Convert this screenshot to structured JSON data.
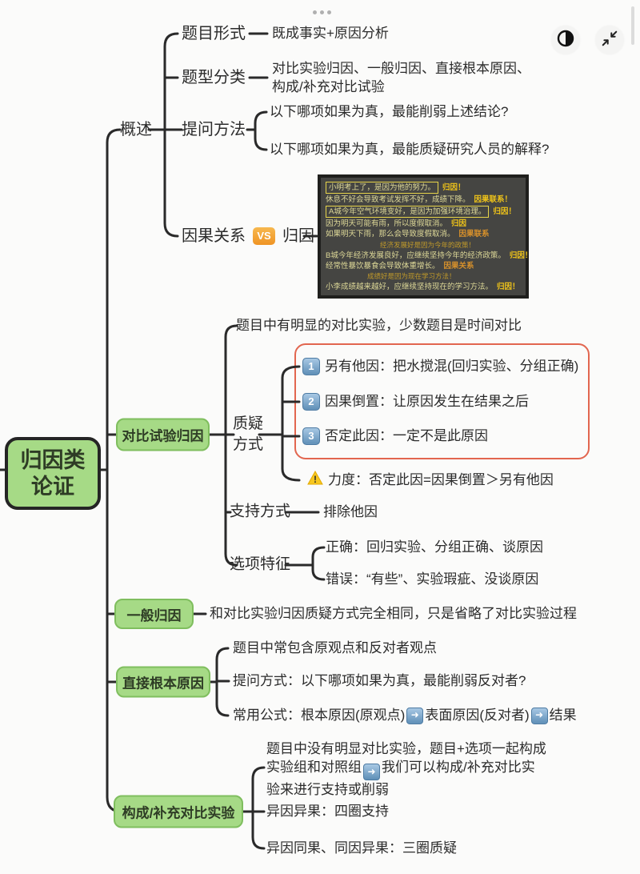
{
  "colors": {
    "node_green": "#a6da86",
    "node_green_border": "#7fbe5e",
    "wire": "#2a2a2a",
    "text": "#2b2b2b",
    "red_box_border": "#e2664f",
    "vs_badge": "#ef9424",
    "number_badge_blue": "#5f8fb7",
    "warning_yellow": "#f7c71f",
    "screenshot_bg": "#454542",
    "screenshot_text": "#ded998",
    "screenshot_tag": "#f0c419"
  },
  "icons": {
    "more_dots": "more-dots-icon",
    "contrast": "contrast-icon",
    "collapse": "collapse-arrows-icon",
    "warning": "warning-triangle-icon",
    "arrow_glyph": "➜",
    "vs": "VS"
  },
  "root": {
    "line1": "归因类",
    "line2": "论证"
  },
  "overview": {
    "label": "概述",
    "form": {
      "label": "题目形式",
      "value": "既成事实+原因分析"
    },
    "types": {
      "label": "题型分类",
      "line1": "对比实验归因、一般归因、直接根本原因、",
      "line2": "构成/补充对比试验"
    },
    "ask": {
      "label": "提问方法",
      "q1": "以下哪项如果为真，最能削弱上述结论?",
      "q2": "以下哪项如果为真，最能质疑研究人员的解释?"
    },
    "causal": {
      "left": "因果关系",
      "right": "归因"
    }
  },
  "screenshot": {
    "lines": [
      {
        "text": "小明考上了，是因为他的努力。",
        "tag": "归因！"
      },
      {
        "text": "休息不好会导致考试发挥不好，成绩下降。",
        "tag": "因果联系！"
      },
      {
        "text": "A城今年空气环境变好，是因为加强环境治理。",
        "tag": "归因！"
      },
      {
        "text": "因为明天可能有雨，所以度假取消。",
        "tag": "归因"
      },
      {
        "text": "如果明天下雨，那么会导致度假取消。",
        "tag": "因果联系"
      },
      {
        "text": "经济发展好是因为今年的政策！"
      },
      {
        "text": "B城今年经济发展良好，应继续坚持今年的经济政策。",
        "tag": "归因！"
      },
      {
        "text": "经常性暴饮暴食会导致体重增长。",
        "tag": "因果关系"
      },
      {
        "text": "成绩好是因为现在学习方法！"
      },
      {
        "text": "小李成绩越来越好，应继续坚持现在的学习方法。",
        "tag": "归因！"
      }
    ]
  },
  "contrast_attr": {
    "label": "对比试验归因",
    "intro": "题目中有明显的对比实验，少数题目是时间对比",
    "question_label_line1": "质疑",
    "question_label_line2": "方式",
    "items": [
      {
        "num": "1",
        "text": "另有他因：把水搅混(回归实验、分组正确)"
      },
      {
        "num": "2",
        "text": "因果倒置：让原因发生在结果之后"
      },
      {
        "num": "3",
        "text": "否定此因：一定不是此原因"
      }
    ],
    "strength": "力度：否定此因=因果倒置＞另有他因",
    "support": {
      "label": "支持方式",
      "value": "排除他因"
    },
    "options": {
      "label": "选项特征",
      "correct": "正确：回归实验、分组正确、谈原因",
      "wrong": "错误：“有些”、实验瑕疵、没谈原因"
    }
  },
  "general_attr": {
    "label": "一般归因",
    "value": "和对比实验归因质疑方式完全相同，只是省略了对比实验过程"
  },
  "direct_root": {
    "label": "直接根本原因",
    "point1": "题目中常包含原观点和反对者观点",
    "point2": "提问方式：以下哪项如果为真，最能削弱反对者?",
    "formula_prefix": "常用公式：根本原因(原观点)",
    "formula_mid": "表面原因(反对者)",
    "formula_end": "结果"
  },
  "compose_attr": {
    "label": "构成/补充对比实验",
    "para_line1": "题目中没有明显对比实验，题目+选项一起构成",
    "para_line2_pre": "实验组和对照组",
    "para_line2_post": "我们可以构成/补充对比实",
    "para_line3": "验来进行支持或削弱",
    "point2": "异因异果：四圈支持",
    "point3": "异因同果、同因异果：三圈质疑"
  }
}
